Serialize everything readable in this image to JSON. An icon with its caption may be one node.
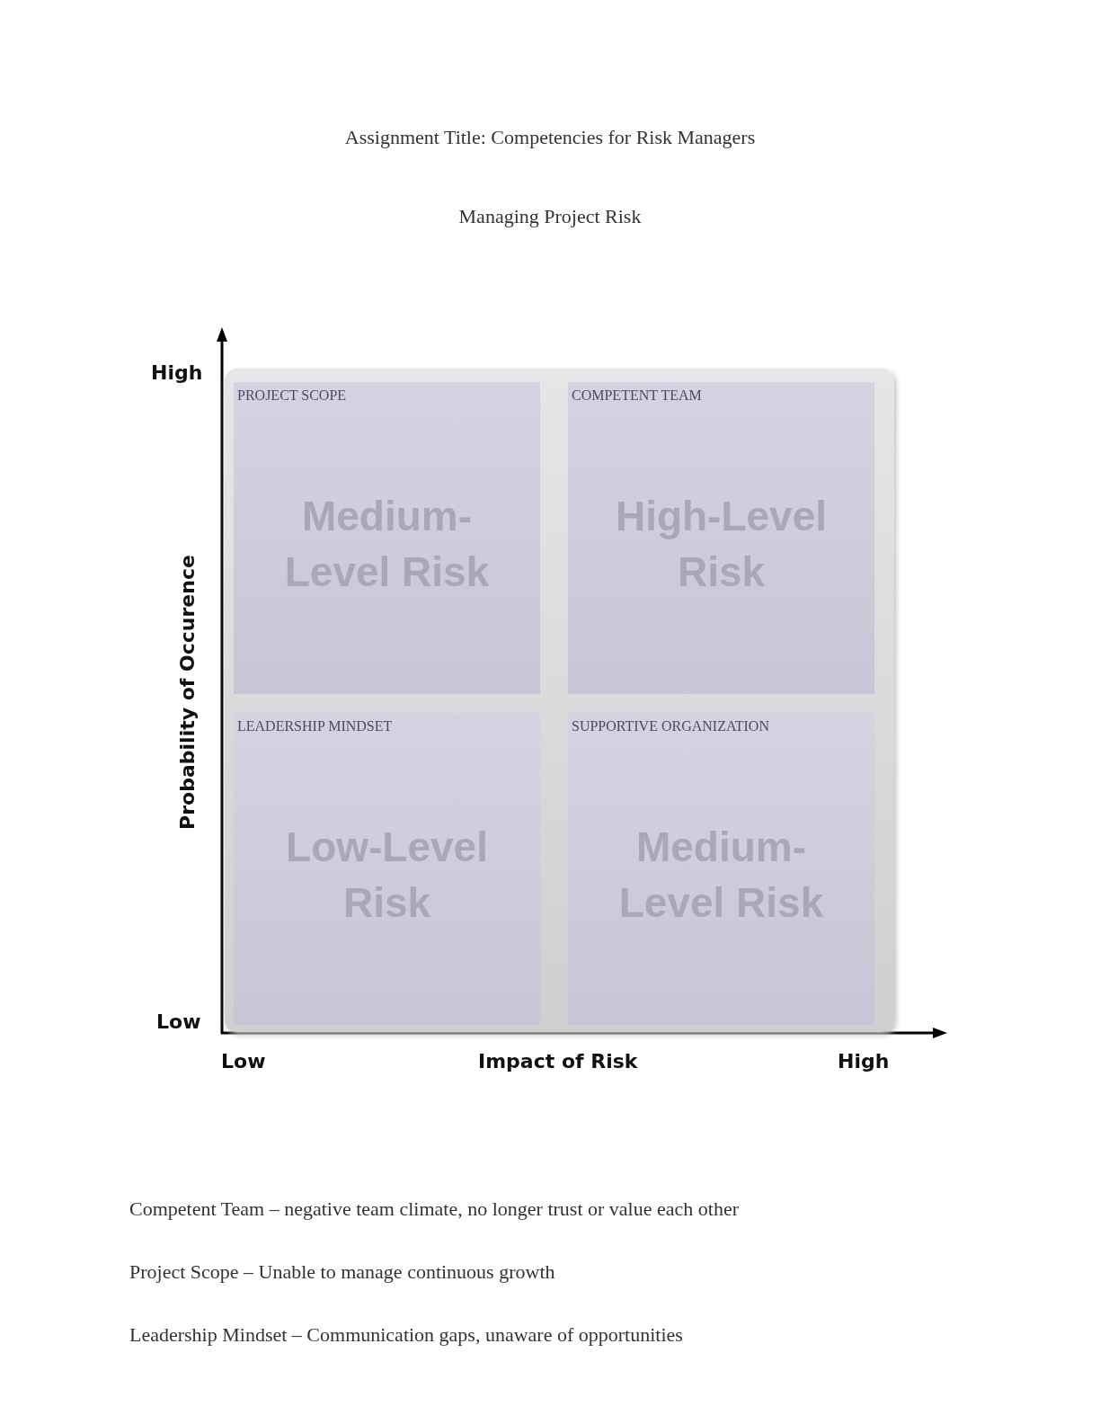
{
  "diagram": {
    "title": "Assignment Title: Competencies for Risk Managers",
    "nodes": [
      {
        "text": [],
        "shape": "box"
      },
      {
        "text": [
          "PROJECT SCOPE",
          "Medium-Level Risk"
        ],
        "in": 0
      },
      {
        "text": [
          "COMPETENT TEAM",
          "High-Level Risk"
        ],
        "in": 0
      },
      {
        "text": [
          "LEADERSHIP MINDSET",
          "Low-Level Risk"
        ],
        "in": 0
      },
      {
        "text": [
          "SUPPORTIVE ORGANIZATION",
          "Medium-Level Risk"
        ],
        "in": 0
      }
    ],
    "edges": [],
    "labels": [
      "Managing Project Risk",
      "High",
      "Probability of Occurence",
      "Low",
      "Low",
      "Impact of Risk",
      "High",
      "Competent Team – negative team climate, no longer trust or value each other",
      "Project Scope – Unable to manage continuous growth",
      "Leadership Mindset – Communication gaps, unaware of opportunities"
    ]
  }
}
